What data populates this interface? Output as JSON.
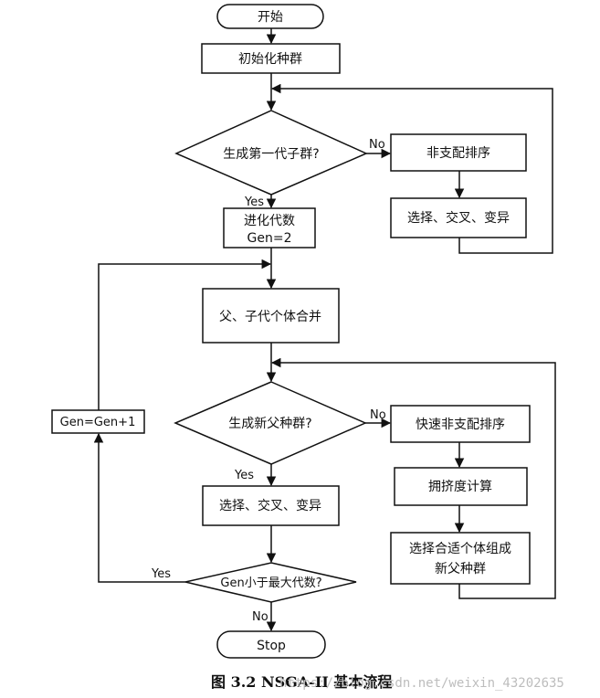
{
  "nodes": {
    "start": "开始",
    "init": "初始化种群",
    "d1": "生成第一代子群?",
    "nds1": "非支配排序",
    "sel1": "选择、交叉、变异",
    "evo_l1": "进化代数",
    "evo_l2": "Gen=2",
    "merge": "父、子代个体合并",
    "d2": "生成新父种群?",
    "fnds": "快速非支配排序",
    "crowd": "拥挤度计算",
    "pick_l1": "选择合适个体组成",
    "pick_l2": "新父种群",
    "sel2": "选择、交叉、变异",
    "inc": "Gen=Gen+1",
    "d3": "Gen小于最大代数?",
    "stop": "Stop"
  },
  "labels": {
    "no": "No",
    "yes": "Yes"
  },
  "caption": "图 3.2 NSGA-II 基本流程",
  "watermark": "https://blog.csdn.net/weixin_43202635"
}
